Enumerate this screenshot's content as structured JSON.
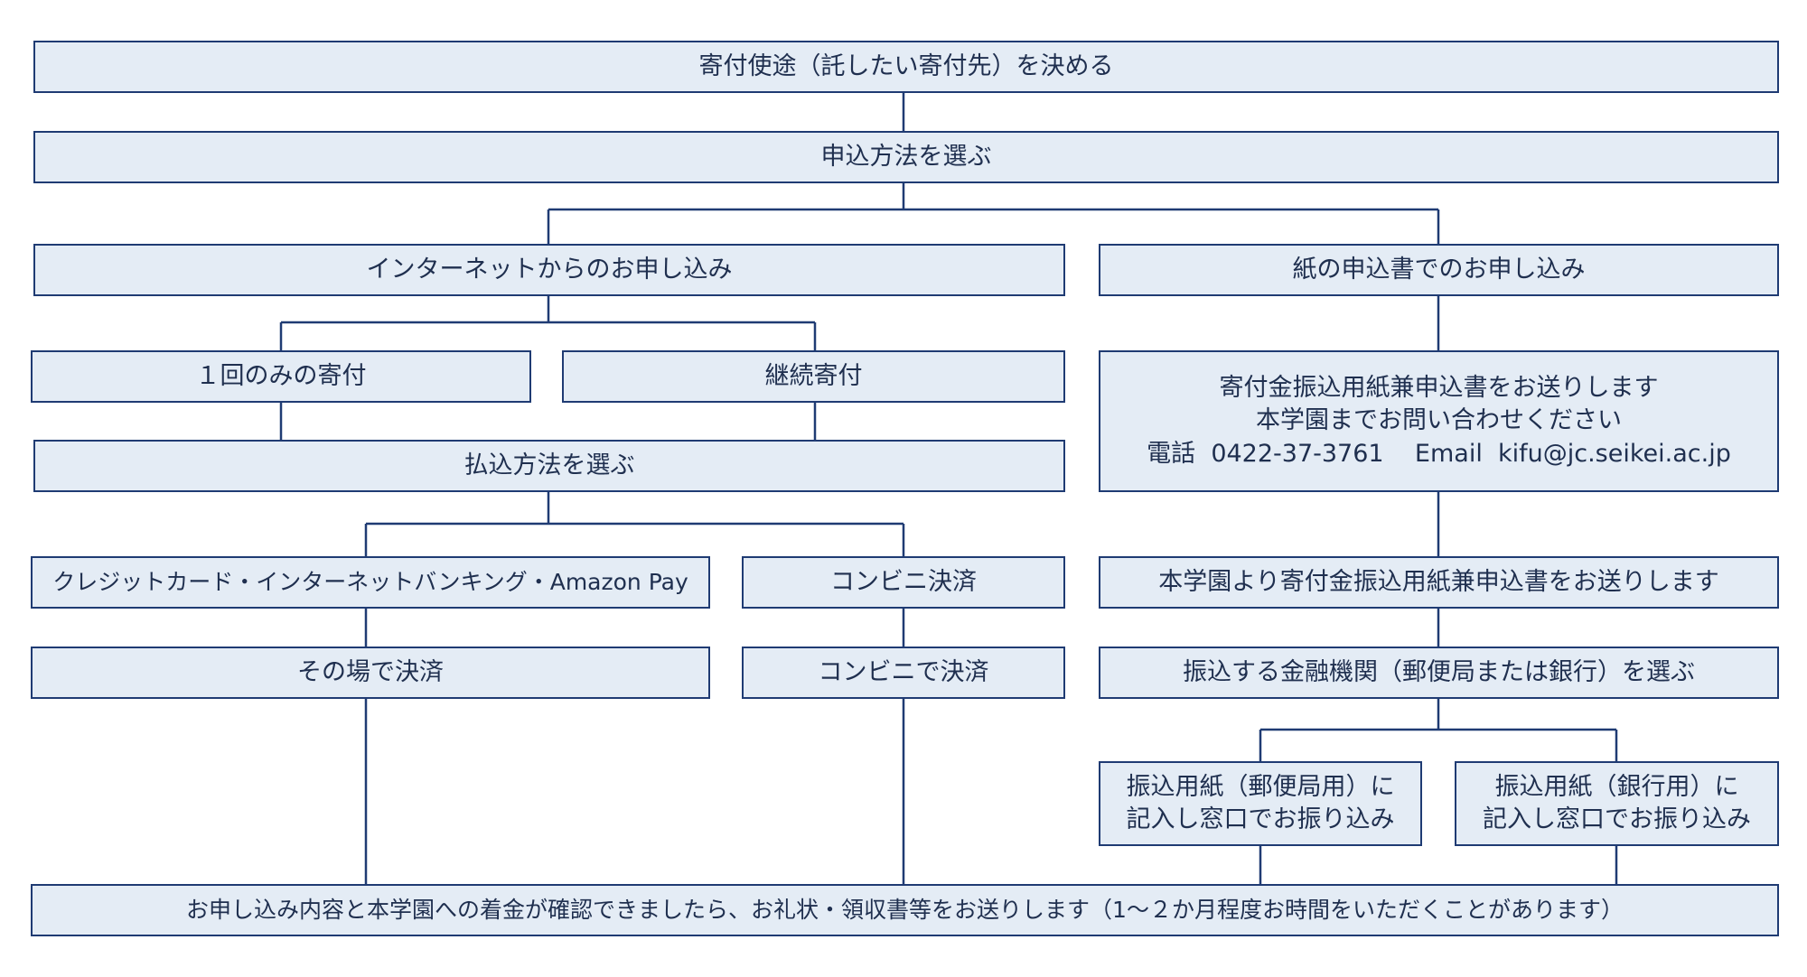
{
  "colors": {
    "box_fill": "#e4ecf5",
    "box_border": "#1f3b73",
    "line": "#1f3b73",
    "text": "#1f2f4f"
  },
  "steps": {
    "decide_purpose": "寄付使途（託したい寄付先）を決める",
    "choose_method": "申込方法を選ぶ",
    "internet": "インターネットからのお申し込み",
    "paper": "紙の申込書でのお申し込み",
    "one_time": "１回のみの寄付",
    "recurring": "継続寄付",
    "choose_payment": "払込方法を選ぶ",
    "paper_request": {
      "line1": "寄付金振込用紙兼申込書をお送りします",
      "line2": "本学園までお問い合わせください",
      "line3": "電話  0422-37-3761    Email  kifu@jc.seikei.ac.jp"
    },
    "card": "クレジットカード・インターネットバンキング・Amazon Pay",
    "convenience": "コンビニ決済",
    "send_form": "本学園より寄付金振込用紙兼申込書をお送りします",
    "pay_on_spot": "その場で決済",
    "pay_at_store": "コンビニで決済",
    "choose_bank": "振込する金融機関（郵便局または銀行）を選ぶ",
    "post_office": {
      "line1": "振込用紙（郵便局用）に",
      "line2": "記入し窓口でお振り込み"
    },
    "bank": {
      "line1": "振込用紙（銀行用）に",
      "line2": "記入し窓口でお振り込み"
    },
    "final": "お申し込み内容と本学園への着金が確認できましたら、お礼状・領収書等をお送りします（1～２か月程度お時間をいただくことがあります）"
  }
}
